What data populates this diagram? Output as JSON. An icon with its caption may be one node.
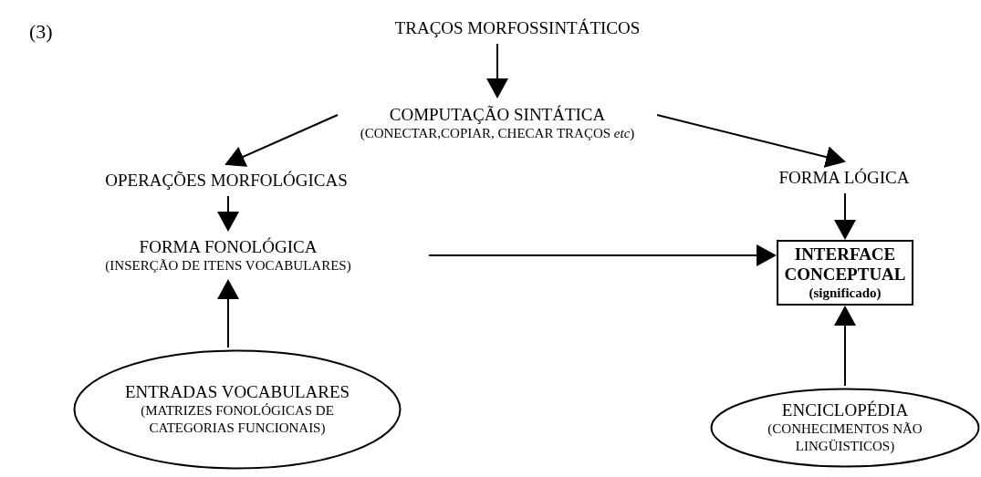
{
  "diagram": {
    "nodes": [
      {
        "text": [
          "TRAÇOS MORFOSSINTÁTICOS"
        ]
      },
      {
        "text": [
          "COMPUTAÇÃO SINTÁTICA",
          "(CONECTAR,COPIAR, CHECAR TRAÇOS *etc*)"
        ]
      },
      {
        "text": [
          "OPERAÇÕES MORFOLÓGICAS"
        ]
      },
      {
        "text": [
          "FORMA LÓGICA"
        ]
      },
      {
        "text": [
          "FORMA FONOLÓGICA",
          "(INSERÇÃO DE ITENS VOCABULARES)"
        ]
      },
      {
        "text": [
          "INTERFACE CONCEPTUAL",
          "(significado)"
        ]
      },
      {
        "text": [
          "ENTRADAS VOCABULARES",
          "(MATRIZES FONOLÓGICAS DE CATEGORIAS FUNCIONAIS)"
        ]
      },
      {
        "text": [
          "ENCICLOPÉDIA",
          "(CONHECIMENTOS NÃO LINGÜISTICOS)"
        ]
      }
    ],
    "edges": [
      {
        "from": 0,
        "to": 1,
        "arrow": "to"
      },
      {
        "from": 1,
        "to": 2,
        "arrow": "to"
      },
      {
        "from": 1,
        "to": 3,
        "arrow": "to"
      },
      {
        "from": 2,
        "to": 4,
        "arrow": "to"
      },
      {
        "from": 4,
        "to": 5,
        "arrow": "to"
      },
      {
        "from": 3,
        "to": 5,
        "arrow": "to"
      },
      {
        "from": 6,
        "to": 4,
        "arrow": "to"
      },
      {
        "from": 7,
        "to": 5,
        "arrow": "to"
      }
    ],
    "labels": [
      "(3)"
    ]
  }
}
